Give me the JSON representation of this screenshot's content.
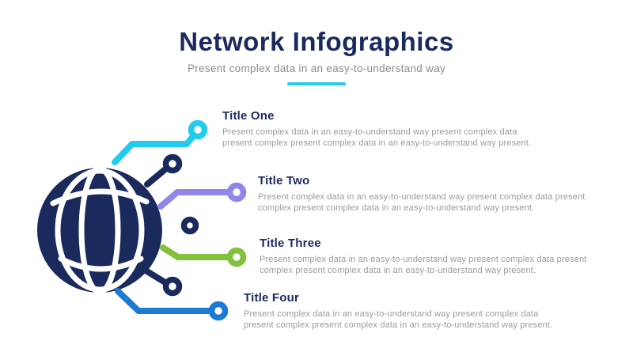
{
  "header": {
    "title": "Network Infographics",
    "subtitle": "Present complex data in an easy-to-understand way"
  },
  "items": [
    {
      "title": "Title One",
      "body": "Present complex data in an easy-to-understand way present complex data\npresent complex present complex data in an easy-to-understand way present.",
      "color": "#22CBEF"
    },
    {
      "title": "Title Two",
      "body": "Present complex data in an easy-to-understand way present complex data present\ncomplex present complex data in an easy-to-understand way present.",
      "color": "#9186E9"
    },
    {
      "title": "Title Three",
      "body": "Present complex data in an easy-to-understand way present complex data present\ncomplex present complex data in an easy-to-understand way present.",
      "color": "#82C03D"
    },
    {
      "title": "Title Four",
      "body": "Present complex data in an easy-to-understand way present complex data\npresent complex present complex data in an easy-to-understand way present.",
      "color": "#1B7AD2"
    }
  ],
  "colors": {
    "navy": "#1A2A5C",
    "cyan": "#22CBEF",
    "purple": "#9186E9",
    "green": "#82C03D",
    "blue": "#1B7AD2",
    "heading_text": "#1B2A5E",
    "body_text": "#9B9B9B",
    "subtitle_text": "#8C8C8C",
    "background": "#FFFFFF"
  },
  "icons": {
    "globe": "globe-icon",
    "nodes": [
      "network-node-ring",
      "network-node-dot"
    ]
  }
}
